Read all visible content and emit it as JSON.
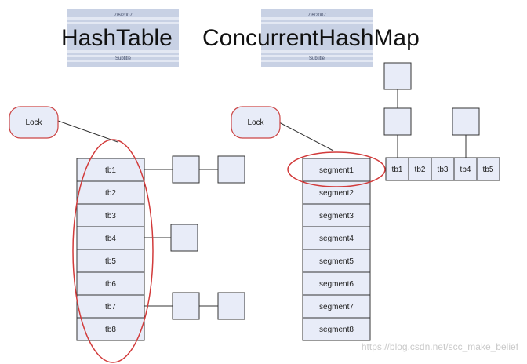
{
  "colors": {
    "cell_fill": "#e8ecf8",
    "cell_stroke": "#333333",
    "lock_fill": "#e8ecf8",
    "lock_stroke": "#cc4444",
    "highlight_stroke": "#d23b3b",
    "banner": "#c8d1e4",
    "banner_stripe": "#e3e8f3"
  },
  "banner_left": {
    "date": "7/6/2007",
    "subtitle": "Subtitle"
  },
  "banner_right": {
    "date": "7/6/2007",
    "subtitle": "Subtitle"
  },
  "titles": {
    "hashtable": "HashTable",
    "concurrent": "ConcurrentHashMap"
  },
  "hashtable": {
    "lock_label": "Lock",
    "cells": [
      "tb1",
      "tb2",
      "tb3",
      "tb4",
      "tb5",
      "tb6",
      "tb7",
      "tb8"
    ]
  },
  "concurrent": {
    "lock_label": "Lock",
    "segments": [
      "segment1",
      "segment2",
      "segment3",
      "segment4",
      "segment5",
      "segment6",
      "segment7",
      "segment8"
    ],
    "tables": [
      "tb1",
      "tb2",
      "tb3",
      "tb4",
      "tb5"
    ]
  },
  "watermark": "https://blog.csdn.net/scc_make_belief"
}
